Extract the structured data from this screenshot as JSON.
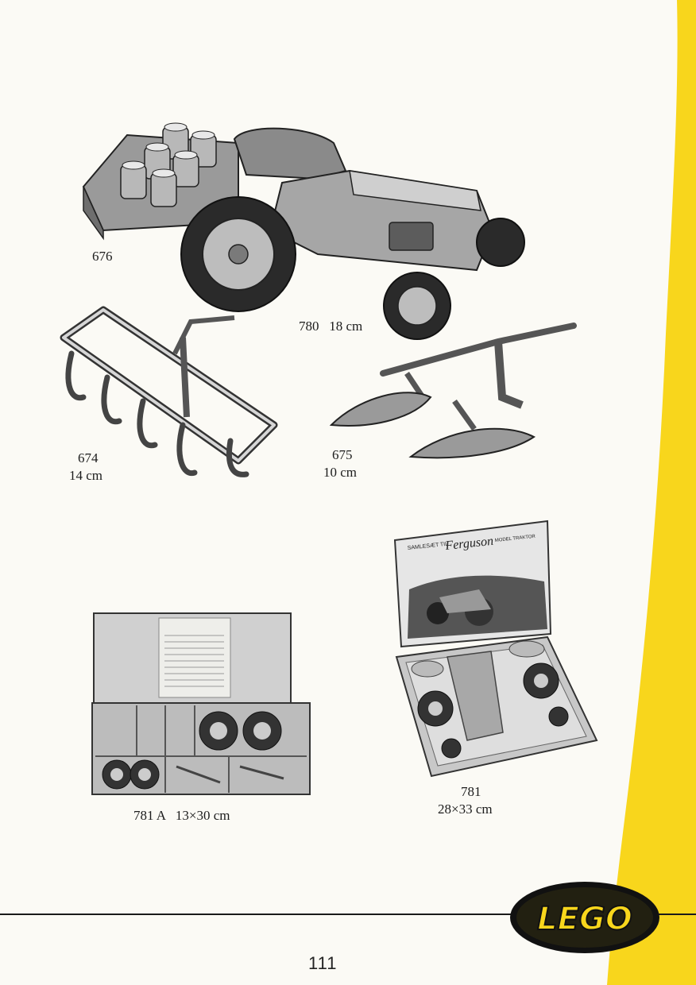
{
  "page": {
    "page_number": "111",
    "colors": {
      "paper": "#fbfaf5",
      "accent_yellow": "#f8d61c",
      "ink": "#1c1c1c"
    }
  },
  "captions": {
    "c676": "676",
    "c780": "780   18 cm",
    "c674_num": "674",
    "c674_size": "14 cm",
    "c675_num": "675",
    "c675_size": "10 cm",
    "c781a": "781 A   13×30 cm",
    "c781_num": "781",
    "c781_size": "28×33 cm"
  },
  "box_lid": {
    "line1": "SAMLESÆT TIL",
    "brand": "Ferguson",
    "line2": "MODEL TRAKTOR"
  },
  "logo": {
    "text": "LEGO"
  }
}
